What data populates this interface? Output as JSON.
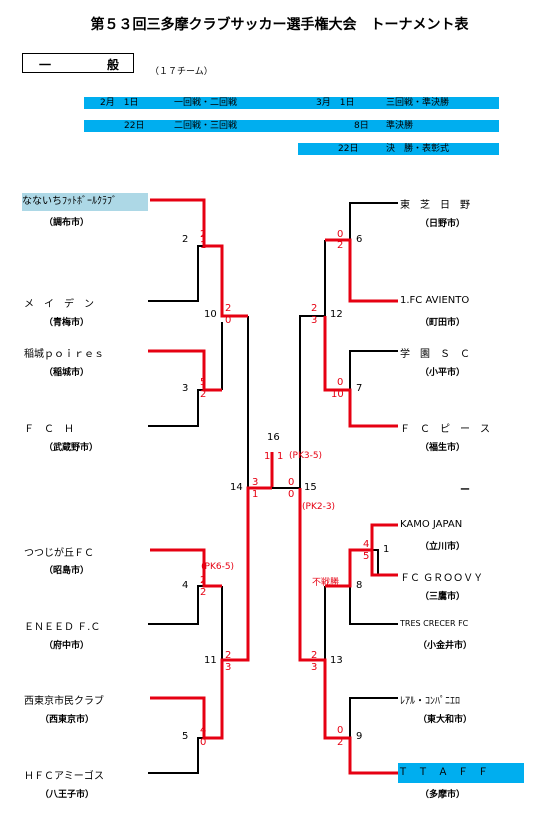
{
  "title": "第５３回三多摩クラブサッカー選手権大会　トーナメント表",
  "division": {
    "c1": "一",
    "c2": "般"
  },
  "team_count": "（１７チーム）",
  "schedule": [
    {
      "date": "2月　1日",
      "round": "一回戦・二回戦",
      "date2": "3月　1日",
      "round2": "三回戦・準決勝"
    },
    {
      "date": "22日",
      "round": "二回戦・三回戦",
      "date2": "8日",
      "round2": "準決勝"
    },
    {
      "date2": "22日",
      "round2": "決　勝・表彰式"
    }
  ],
  "left_teams": [
    {
      "name": "なないちﾌｯﾄﾎﾞｰﾙｸﾗﾌﾞ",
      "city": "（調布市）"
    },
    {
      "name": "メ　イ　デ　ン",
      "city": "（青梅市）"
    },
    {
      "name": "稲城ｐｏｉｒｅｓ",
      "city": "（稲城市）"
    },
    {
      "name": "Ｆ　Ｃ　Ｈ",
      "city": "（武蔵野市）"
    },
    {
      "name": "つつじが丘ＦＣ",
      "city": "（昭島市）"
    },
    {
      "name": "ＥＮＥＥＤ Ｆ.Ｃ",
      "city": "（府中市）"
    },
    {
      "name": "西東京市民クラブ",
      "city": "（西東京市）"
    },
    {
      "name": "ＨＦＣアミーゴス",
      "city": "（八王子市）"
    }
  ],
  "right_teams": [
    {
      "name": "東　芝　日　野",
      "city": "（日野市）"
    },
    {
      "name": "1.FC AVIENTO",
      "city": "（町田市）"
    },
    {
      "name": "学　園　Ｓ　Ｃ",
      "city": "（小平市）"
    },
    {
      "name": "Ｆ　Ｃ　ピ　ー　ス",
      "city": "（福生市）"
    },
    {
      "name": "ー"
    },
    {
      "name": "KAMO JAPAN",
      "city": "（立川市）"
    },
    {
      "name": "ＦＣ ＧＲＯＯＶＹ",
      "city": "（三鷹市）"
    },
    {
      "name": "TRES CRECER FC",
      "city": "（小金井市）"
    },
    {
      "name": "ﾚｱﾙ・ｺﾝﾊﾟﾆｴﾛ",
      "city": "（東大和市）"
    },
    {
      "name": "Ｔ　Ｔ　Ａ　Ｆ　Ｆ",
      "city": "（多摩市）"
    }
  ],
  "match_numbers": {
    "m2": "2",
    "m3": "3",
    "m10": "10",
    "m14": "14",
    "m4": "4",
    "m5": "5",
    "m11": "11",
    "m16": "16",
    "m15": "15",
    "m6": "6",
    "m7": "7",
    "m12": "12",
    "m1": "1",
    "m8": "8",
    "m9": "9",
    "m13": "13"
  },
  "scores": {
    "m2a": "2",
    "m2b": "1",
    "m3a": "5",
    "m3b": "2",
    "m10a": "2",
    "m10b": "0",
    "m4a": "2",
    "m4b": "2",
    "pk4": "(PK6-5)",
    "m5a": "4",
    "m5b": "0",
    "m11a": "2",
    "m11b": "3",
    "m14a": "3",
    "m14b": "1",
    "m16a": "1",
    "m16b": "1",
    "pk16": "(PK3-5)",
    "m15a": "0",
    "m15b": "0",
    "pk15": "(PK2-3)",
    "m6a": "0",
    "m6b": "2",
    "m7a": "0",
    "m7b": "10",
    "m12a": "2",
    "m12b": "3",
    "m1a": "4",
    "m1b": "5",
    "m8": "不戦勝",
    "m9a": "0",
    "m9b": "2",
    "m13a": "2",
    "m13b": "3"
  }
}
